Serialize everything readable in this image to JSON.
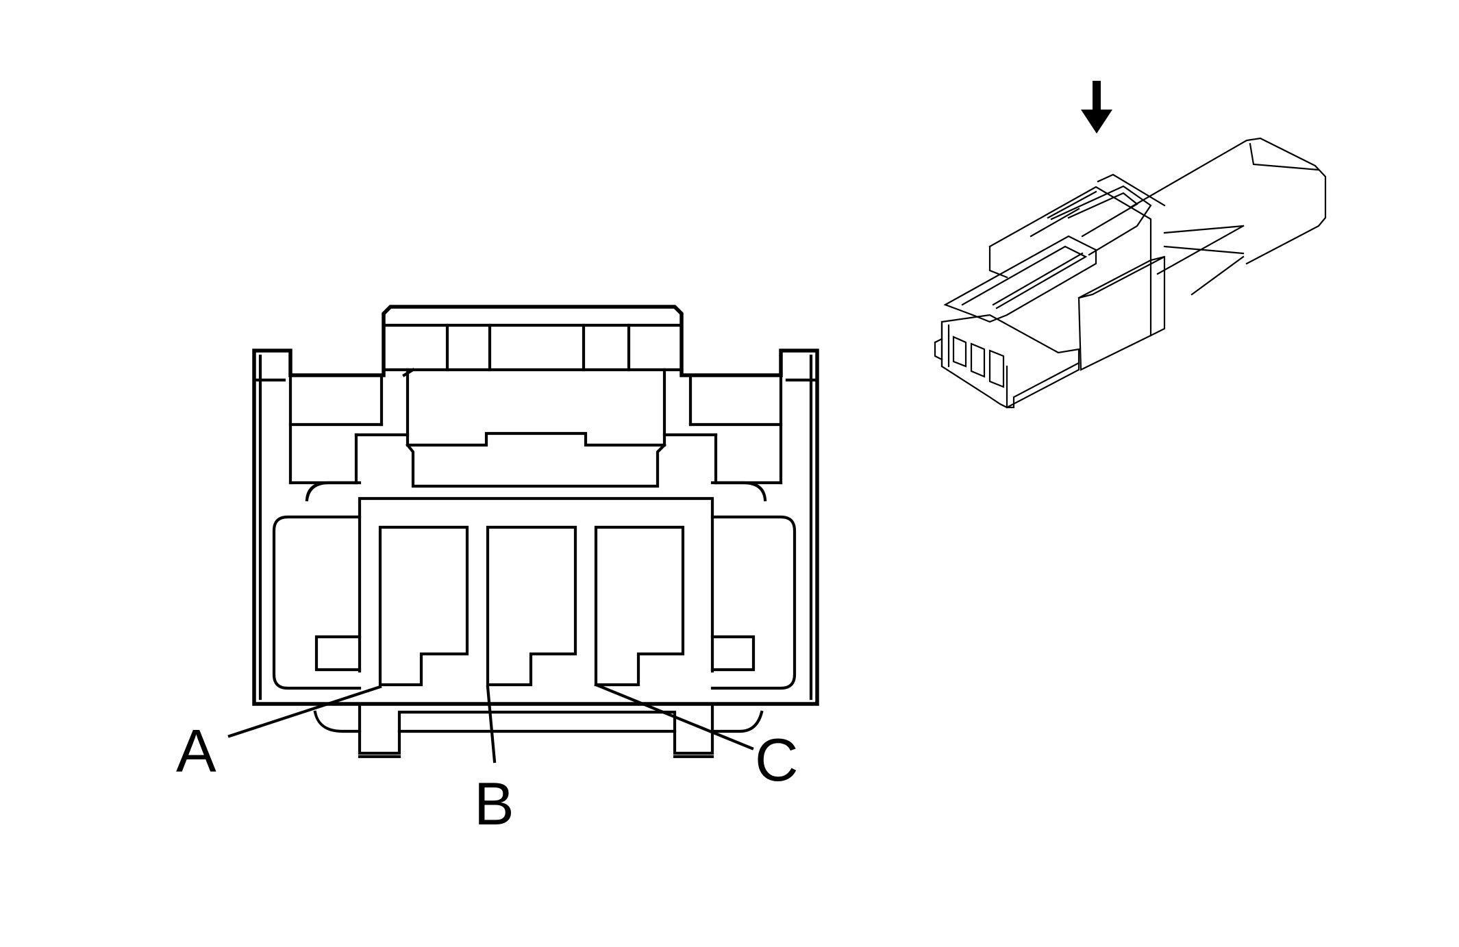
{
  "pin_labels": {
    "a": "A",
    "b": "B",
    "c": "C"
  },
  "colors": {
    "line": "#000000",
    "background": "#ffffff"
  },
  "icons": {
    "insertion_arrow": "down-arrow-icon"
  }
}
